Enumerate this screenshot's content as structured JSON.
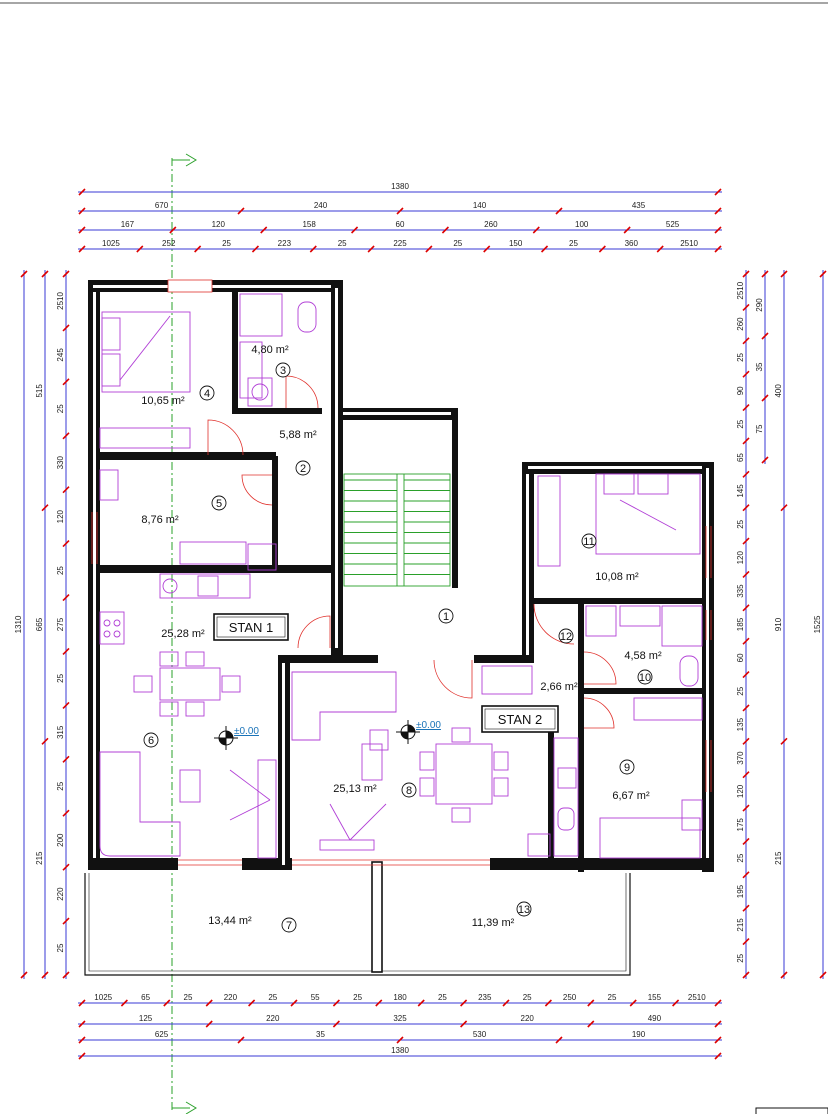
{
  "dimensions": {
    "top": {
      "row1": [
        "1380"
      ],
      "row2": [
        "670",
        "240",
        "140",
        "435"
      ],
      "row3": [
        "167",
        "120",
        "158",
        "60",
        "260",
        "100",
        "525"
      ],
      "row4": [
        "1025",
        "252",
        "25",
        "223",
        "25",
        "225",
        "25",
        "150",
        "25",
        "360",
        "2510"
      ]
    },
    "bottom": {
      "row1": [
        "1025",
        "65",
        "25",
        "220",
        "25",
        "55",
        "25",
        "180",
        "25",
        "235",
        "25",
        "250",
        "25",
        "155",
        "2510"
      ],
      "row2": [
        "125",
        "220",
        "325",
        "220",
        "490"
      ],
      "row3": [
        "625",
        "35",
        "530",
        "190"
      ],
      "row4": [
        "1380"
      ]
    },
    "left": {
      "outer": "1310",
      "mid": [
        "515",
        "665",
        "215"
      ],
      "inner": [
        "2510",
        "245",
        "25",
        "330",
        "120",
        "25",
        "275",
        "25",
        "315",
        "25",
        "200",
        "220",
        "25"
      ]
    },
    "right": {
      "outer": "1525",
      "mid": [
        "400",
        "910",
        "215"
      ],
      "mid2": [
        "290",
        "35",
        "75"
      ],
      "inner": [
        "2510",
        "260",
        "25",
        "90",
        "25",
        "65",
        "145",
        "25",
        "120",
        "335",
        "185",
        "60",
        "25",
        "135",
        "370",
        "120",
        "175",
        "25",
        "195",
        "215",
        "25"
      ]
    }
  },
  "rooms": [
    {
      "num": "1",
      "area": ""
    },
    {
      "num": "2",
      "area": "5,88 m²"
    },
    {
      "num": "3",
      "area": "4,80 m²"
    },
    {
      "num": "4",
      "area": "10,65 m²"
    },
    {
      "num": "5",
      "area": "8,76 m²"
    },
    {
      "num": "6",
      "area": "25,28 m²"
    },
    {
      "num": "7",
      "area": "13,44 m²"
    },
    {
      "num": "8",
      "area": "25,13 m²"
    },
    {
      "num": "9",
      "area": "6,67 m²"
    },
    {
      "num": "10",
      "area": "4,58 m²"
    },
    {
      "num": "11",
      "area": "10,08 m²"
    },
    {
      "num": "12",
      "area": "2,66 m²"
    },
    {
      "num": "13",
      "area": "11,39 m²"
    }
  ],
  "labels": {
    "stan1": "STAN 1",
    "stan2": "STAN 2",
    "level1": "±0.00",
    "level2": "±0.00"
  },
  "colors": {
    "dimension_line": "#3a3ad6",
    "dimension_tick": "#dd0000",
    "furniture": "#b13fd6",
    "stairs": "#2aa02a",
    "level_mark": "#1a73b8"
  }
}
